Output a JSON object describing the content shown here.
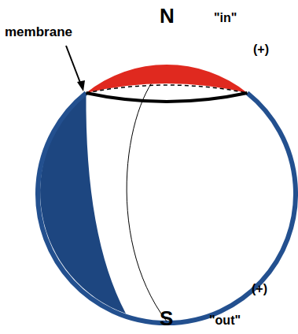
{
  "diagram": {
    "labels": [
      "membrane",
      "N",
      "\"in\"",
      "(+)",
      "(+)",
      "S",
      "\"out\""
    ]
  }
}
